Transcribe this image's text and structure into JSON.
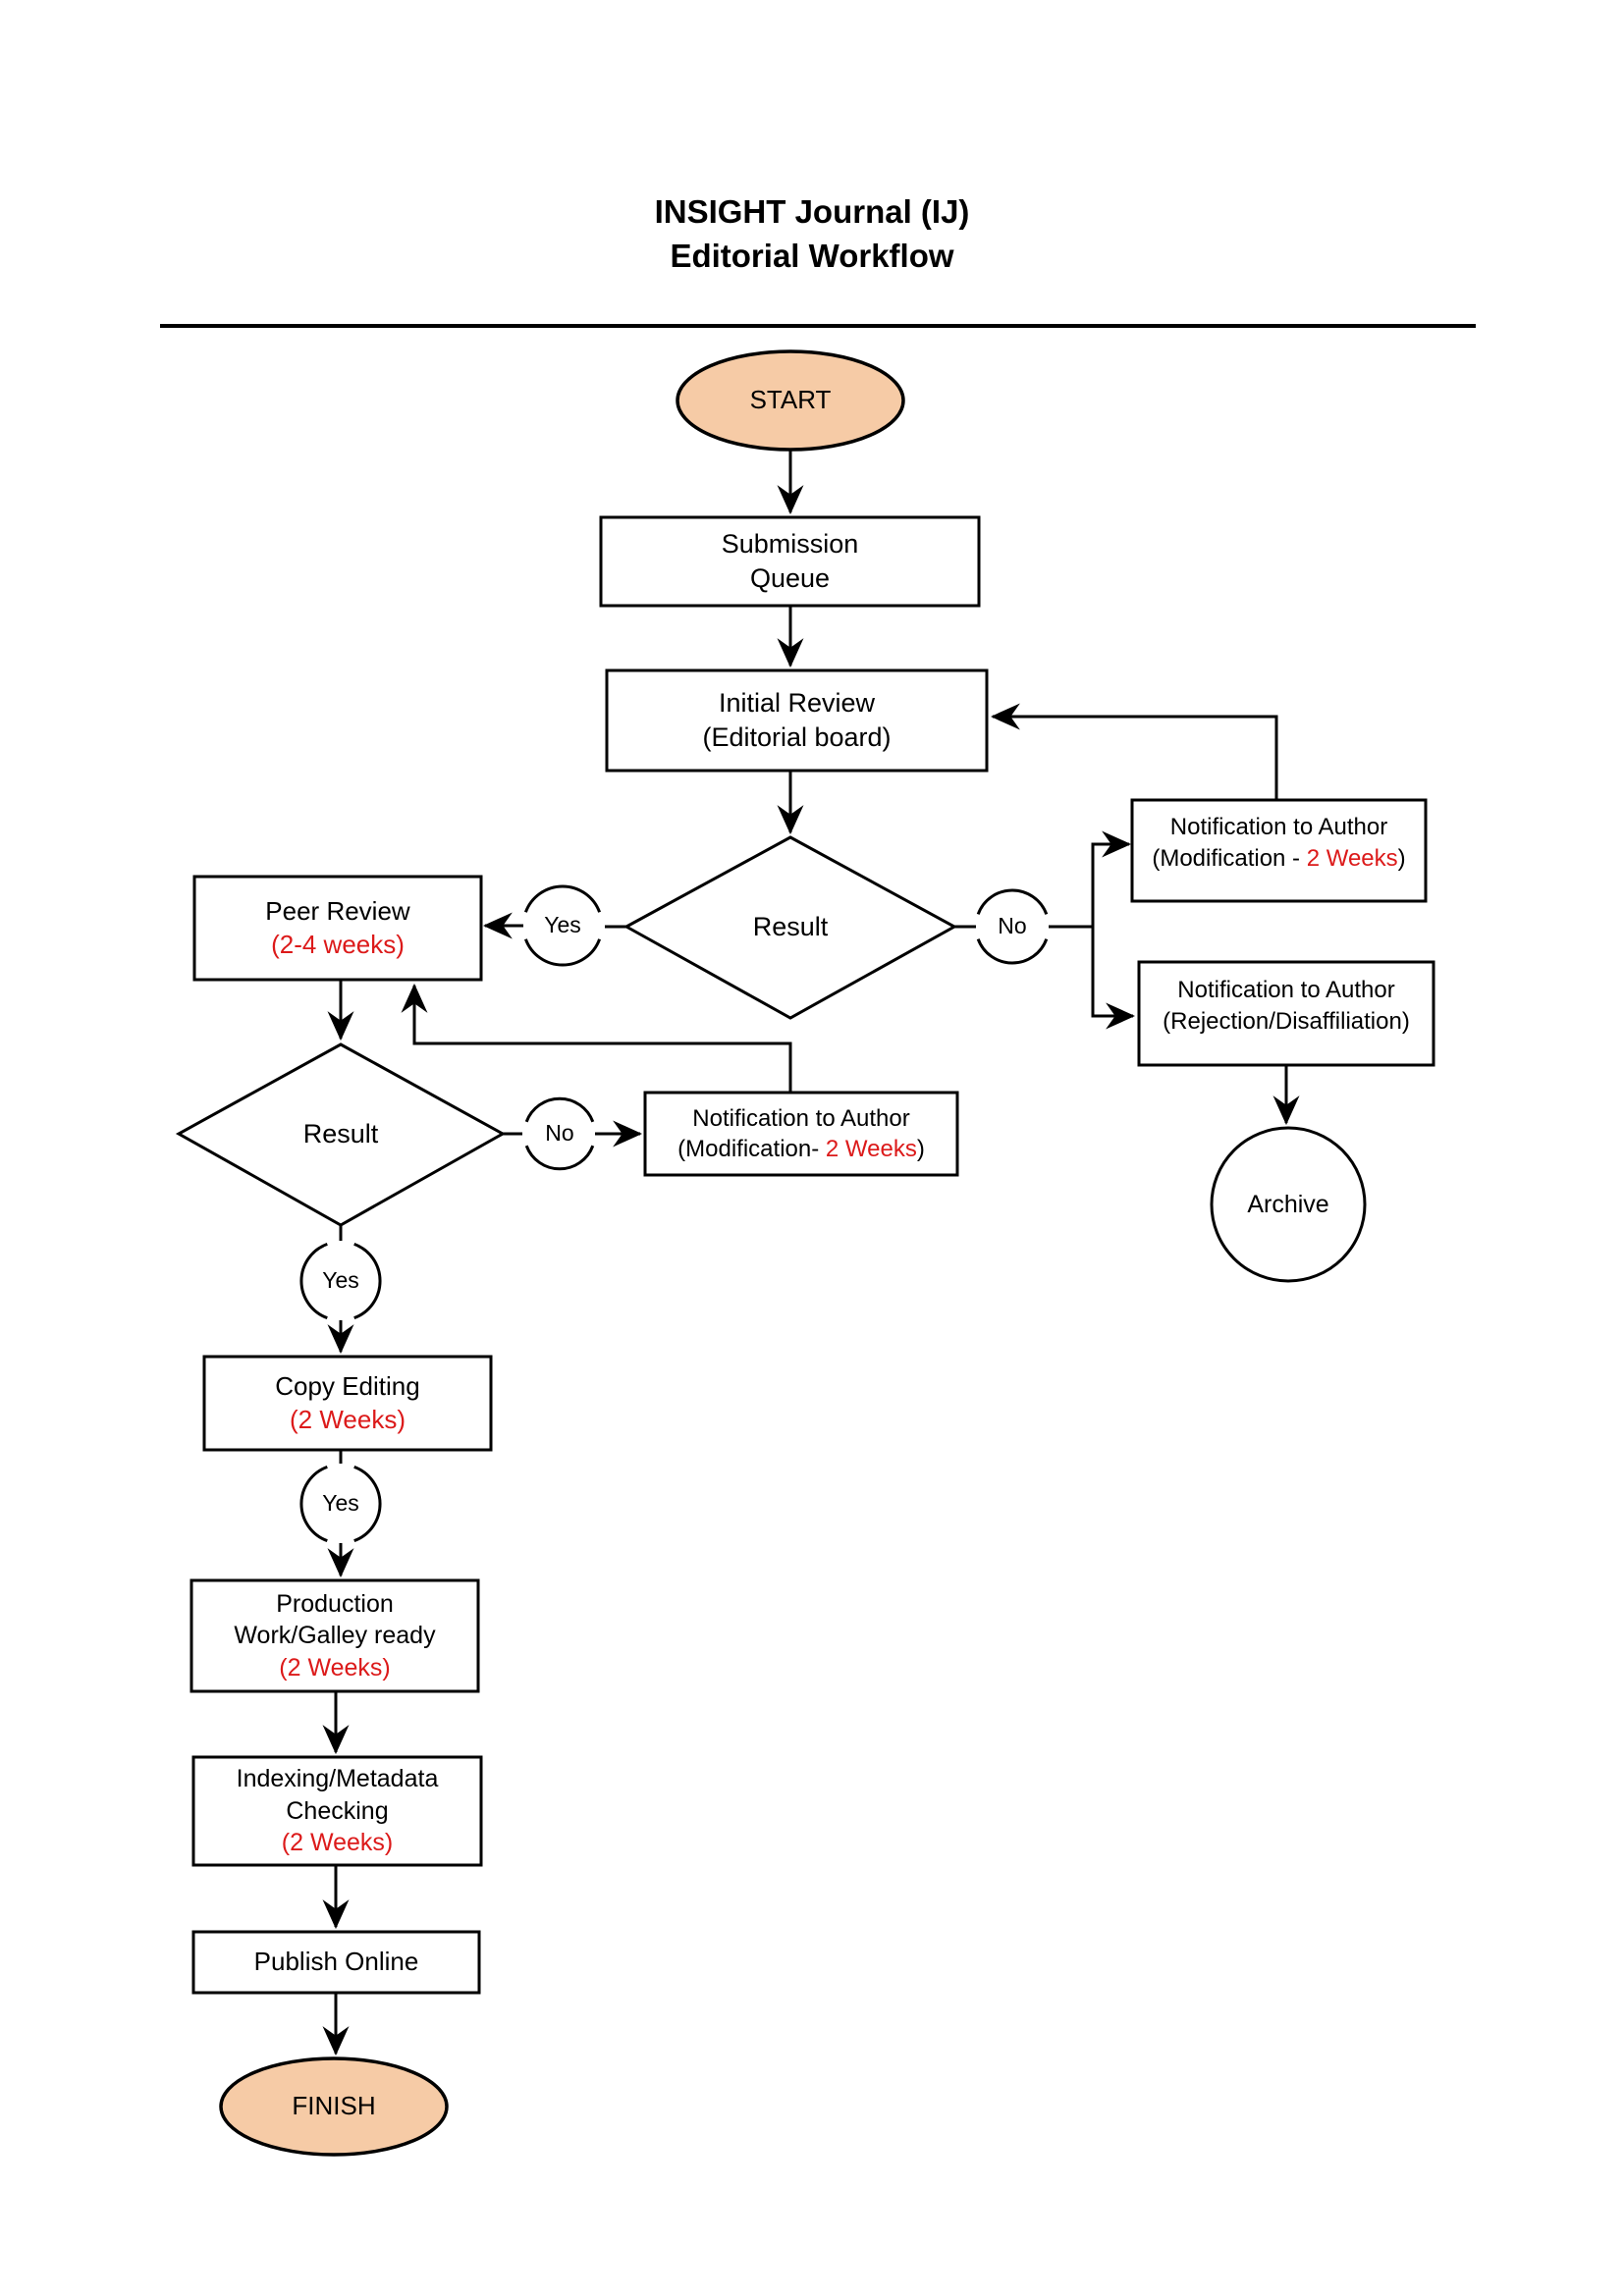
{
  "page": {
    "title_line1": "INSIGHT Journal (IJ)",
    "title_line2": "Editorial Workflow"
  },
  "colors": {
    "terminator_fill": "#f6cba6",
    "duration_red": "#dc1a1a",
    "line_black": "#000000"
  },
  "nodes": {
    "start": {
      "label": "START"
    },
    "submission_queue": {
      "line1": "Submission",
      "line2": "Queue"
    },
    "initial_review": {
      "line1": "Initial Review",
      "line2": "(Editorial board)"
    },
    "result_initial": {
      "label": "Result"
    },
    "peer_review": {
      "line1": "Peer Review",
      "duration": "(2-4 weeks)"
    },
    "notify_modification_initial": {
      "line1": "Notification to Author",
      "line2_prefix": "(Modification - ",
      "line2_duration": "2 Weeks",
      "line2_suffix": ")"
    },
    "notify_rejection": {
      "line1": "Notification to Author",
      "line2": "(Rejection/Disaffiliation)"
    },
    "archive": {
      "label": "Archive"
    },
    "result_peer": {
      "label": "Result"
    },
    "notify_modification_peer": {
      "line1": "Notification to Author",
      "line2_prefix": "(Modification- ",
      "line2_duration": "2 Weeks",
      "line2_suffix": ")"
    },
    "copy_editing": {
      "line1": "Copy Editing",
      "duration": "(2 Weeks)"
    },
    "production": {
      "line1": "Production",
      "line2": "Work/Galley ready",
      "duration": "(2 Weeks)"
    },
    "indexing": {
      "line1": "Indexing/Metadata",
      "line2": "Checking",
      "duration": "(2 Weeks)"
    },
    "publish_online": {
      "label": "Publish Online"
    },
    "finish": {
      "label": "FINISH"
    }
  },
  "edges": {
    "yes_to_peer": "Yes",
    "no_from_initial": "No",
    "no_from_peer": "No",
    "yes_to_copy": "Yes",
    "yes_to_production": "Yes"
  }
}
